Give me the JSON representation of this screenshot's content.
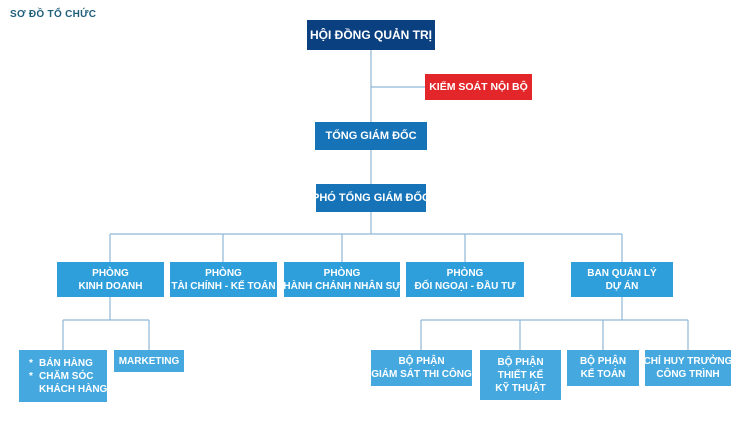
{
  "title": "SƠ ĐỒ TỔ CHỨC",
  "nodes": {
    "board": "HỘI ĐỒNG QUẢN TRỊ",
    "internal_control": "KIỂM SOÁT NỘI BỘ",
    "ceo": "TỔNG GIÁM ĐỐC",
    "deputy_ceo": "PHÓ TỔNG GIÁM ĐỐC",
    "dept_business": [
      "PHÒNG",
      "KINH DOANH"
    ],
    "dept_finance": [
      "PHÒNG",
      "TÀI CHÍNH - KẾ TOÁN"
    ],
    "dept_admin": [
      "PHÒNG",
      "HÀNH CHÁNH NHÂN SỰ"
    ],
    "dept_external": [
      "PHÒNG",
      "ĐỐI NGOẠI - ĐẦU TƯ"
    ],
    "project_mgmt": [
      "BAN QUẢN LÝ",
      "DỰ ÁN"
    ],
    "sales_care": [
      "BÁN HÀNG",
      "CHĂM SÓC",
      "KHÁCH HÀNG"
    ],
    "marketing": "MARKETING",
    "construction_supervision": [
      "BỘ PHẬN",
      "GIÁM SÁT THI CÔNG"
    ],
    "technical_design": [
      "BỘ PHẬN",
      "THIẾT KẾ",
      "KỸ THUẬT"
    ],
    "accounting_unit": [
      "BỘ PHẬN",
      "KẾ TOÁN"
    ],
    "site_commander": [
      "CHỈ HUY TRƯỞNG",
      "CÔNG TRÌNH"
    ]
  },
  "colors": {
    "top": "#0b4080",
    "control": "#e3262a",
    "executive": "#1673b8",
    "department": "#2f9fdc",
    "unit": "#45a9e0",
    "connector": "#8fb8d6"
  }
}
